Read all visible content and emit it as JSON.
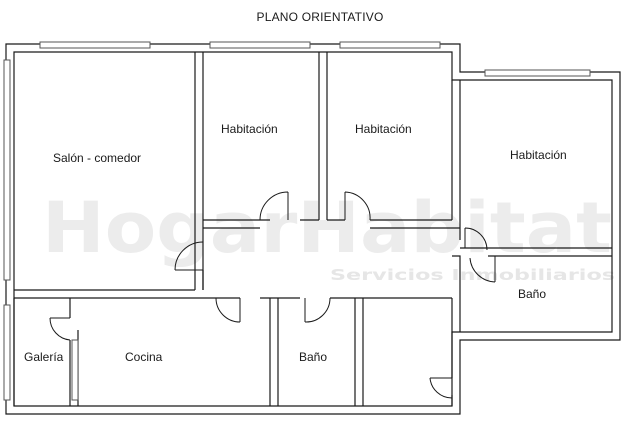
{
  "title": "PLANO ORIENTATIVO",
  "watermark": {
    "brand": "HogarHabitat",
    "tagline": "Servicios Inmobiliarios",
    "color": "#ececec"
  },
  "rooms": [
    {
      "id": "salon",
      "label": "Salón - comedor"
    },
    {
      "id": "hab1",
      "label": "Habitación"
    },
    {
      "id": "hab2",
      "label": "Habitación"
    },
    {
      "id": "hab3",
      "label": "Habitación"
    },
    {
      "id": "bano1",
      "label": "Baño"
    },
    {
      "id": "galeria",
      "label": "Galería"
    },
    {
      "id": "cocina",
      "label": "Cocina"
    },
    {
      "id": "bano2",
      "label": "Baño"
    }
  ],
  "colors": {
    "wall": "#1a1a1a",
    "window": "#555555"
  }
}
